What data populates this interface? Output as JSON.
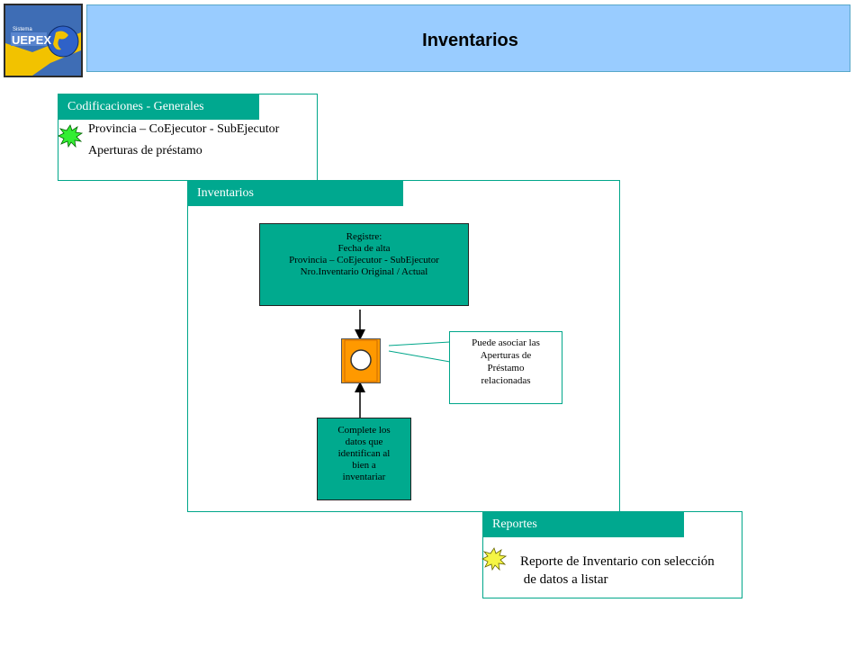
{
  "header": {
    "title": "Inventarios"
  },
  "logo": {
    "text": "UEPEX",
    "small_text": "Sistema"
  },
  "codificaciones": {
    "tab": "Codificaciones - Generales",
    "items": [
      "Provincia – CoEjecutor - SubEjecutor",
      "Aperturas de préstamo"
    ]
  },
  "inventarios": {
    "tab": "Inventarios",
    "register_box": [
      "Registre:",
      "Fecha de alta",
      "Provincia – CoEjecutor - SubEjecutor",
      "Nro.Inventario Original  / Actual"
    ],
    "note": [
      "Puede asociar las",
      "Aperturas de",
      "Préstamo",
      "relacionadas"
    ],
    "complete_box": [
      "Complete los",
      "datos que",
      "identifican al",
      "bien a",
      "inventariar"
    ]
  },
  "reportes": {
    "tab": "Reportes",
    "items": [
      "Reporte de Inventario con selección",
      " de datos a listar"
    ]
  },
  "colors": {
    "accent": "#00a88f",
    "header": "#99ccff",
    "icon": "#ff9900"
  }
}
